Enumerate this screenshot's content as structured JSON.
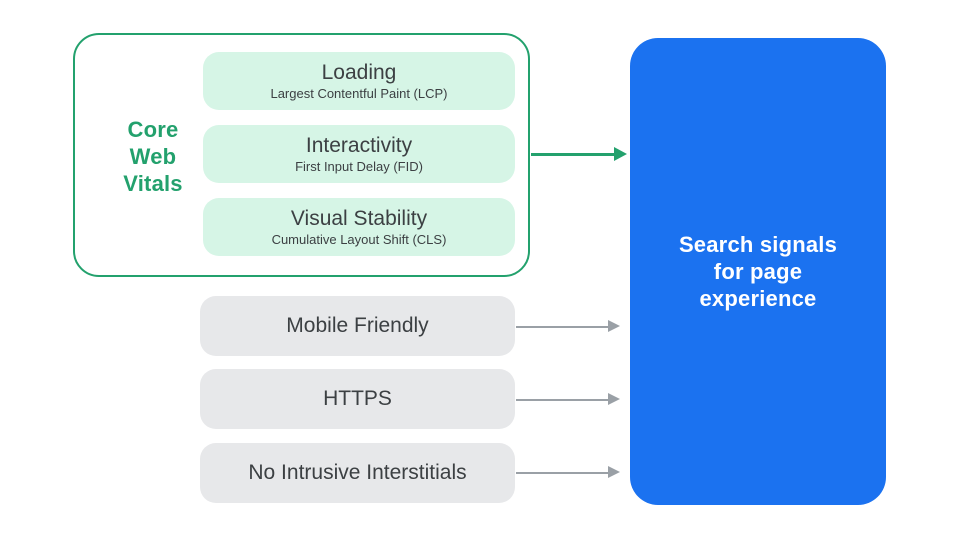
{
  "colors": {
    "green": "#23a16d",
    "mint": "#d6f5e6",
    "gray_pill": "#e7e8ea",
    "blue": "#1b72f0",
    "text_dark": "#3c4043",
    "arrow_gray": "#9aa0a6"
  },
  "core_web_vitals": {
    "label": "Core\nWeb\nVitals",
    "items": [
      {
        "title": "Loading",
        "subtitle": "Largest Contentful Paint (LCP)"
      },
      {
        "title": "Interactivity",
        "subtitle": "First Input Delay (FID)"
      },
      {
        "title": "Visual Stability",
        "subtitle": "Cumulative Layout Shift (CLS)"
      }
    ]
  },
  "other_signals": {
    "items": [
      {
        "label": "Mobile Friendly"
      },
      {
        "label": "HTTPS"
      },
      {
        "label": "No Intrusive Interstitials"
      }
    ]
  },
  "result": {
    "label": "Search signals\nfor page\nexperience"
  }
}
